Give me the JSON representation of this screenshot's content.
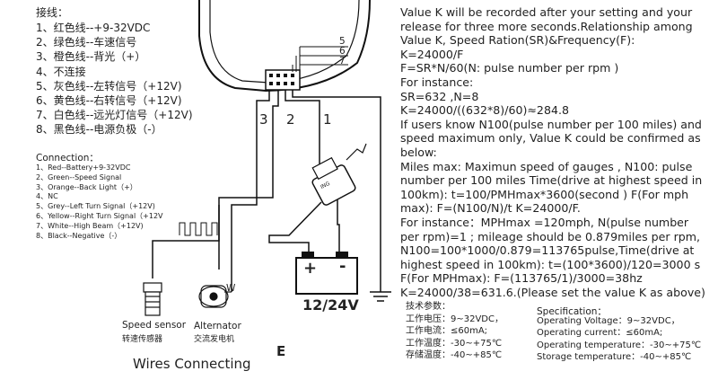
{
  "wiring_cn": {
    "title": "接线：",
    "items": [
      "1、红色线--+9-32VDC",
      "2、绿色线--车速信号",
      "3、橙色线--背光（+）",
      "4、不连接",
      "5、灰色线--左转信号（+12V)",
      "6、黄色线--右转信号（+12V)",
      "7、白色线--远光灯信号（+12V)",
      "8、黑色线--电源负极（-）"
    ]
  },
  "connection_en": {
    "title": "Connection：",
    "items": [
      "1、Red--Battery+9-32VDC",
      "2、Green--Speed Signal",
      "3、Orange--Back Light（+）",
      "4、NC",
      "5、Grey--Left Turn Signal（+12V)",
      "6、Yellow--Right Turn Signal（+12V",
      "7、White--High Beam（+12V)",
      "8、Black--Negative（-）"
    ]
  },
  "instructions": [
    "Value K will be recorded after your setting and your",
    "release for three more seconds.Relationship among",
    "Value K, Speed Ration(SR)&Frequency(F):",
    "K=24000/F",
    "F=SR*N/60(N: pulse number per rpm )",
    "For instance:",
    "SR=632 ,N=8",
    "  K=24000/((632*8)/60)≈284.8",
    "If users know N100(pulse number per 100 miles) and",
    "speed maximum only, Value K could be confirmed as",
    "below:",
    "Miles max: Maximun speed of gauges , N100: pulse",
    "number per 100 miles Time(drive at highest speed in",
    "100km): t=100/PMHmax*3600(second ) F(For mph",
    "max): F=(N100/N)/t   K=24000/F.",
    "For instance：MPHmax =120mph, N(pulse number",
    "per rpm)=1 ;  mileage should be 0.879miles per rpm,",
    "N100=100*1000/0.879=113765pulse,Time(drive at",
    "highest speed in 100km): t=(100*3600)/120=3000 s",
    "F(For MPHmax): F=(113765/1)/3000=38hz",
    "   K=24000/38=631.6.(Please set the value K as above)"
  ],
  "spec_cn": {
    "title": "技术参数：",
    "items": [
      "工作电压：9~32VDC，",
      "工作电流：≤60mA;",
      "工作温度：-30~+75℃",
      "存储温度：-40~+85℃"
    ]
  },
  "spec_en": {
    "title": "Specification：",
    "items": [
      "Operating Voltage：9~32VDC，",
      "Operating current：≤60mA;",
      "Operating temperature：-30~+75℃",
      "Storage temperature：-40~+85℃"
    ]
  },
  "diagram": {
    "pins_right": [
      "5",
      "6",
      "7"
    ],
    "terminals": [
      "3",
      "2",
      "1"
    ],
    "ignition_label": "ING",
    "battery_plus": "+",
    "battery_minus": "-",
    "battery_voltage": "12/24V",
    "alternator_terminal": "W",
    "speed_sensor_label": "Speed sensor",
    "speed_sensor_cn": "转速传感器",
    "alternator_label": "Alternator",
    "alternator_cn": "交流发电机"
  },
  "footer": {
    "title": "Wires Connecting",
    "figure_letter": "E"
  },
  "colors": {
    "line": "#111111",
    "text": "#222222"
  }
}
